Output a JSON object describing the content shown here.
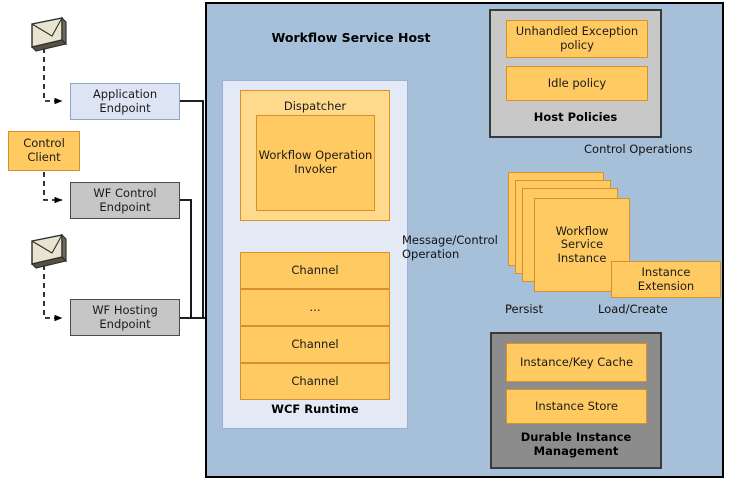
{
  "diagram": {
    "title": "Workflow Service Host",
    "host_container": {
      "label": "Workflow Service Host",
      "fill": "#a6c0da",
      "stroke": "#000000"
    },
    "wcf_runtime": {
      "label": "WCF Runtime",
      "fill": "#e4eaf5",
      "dispatcher": {
        "label": "Dispatcher",
        "fill": "#ffd98c",
        "inner": {
          "label": "Workflow Operation Invoker",
          "fill": "#ffca61"
        }
      },
      "channels": [
        {
          "label": "Channel"
        },
        {
          "label": "..."
        },
        {
          "label": "Channel"
        },
        {
          "label": "Channel"
        }
      ]
    },
    "clients": {
      "message_icon_name": "envelope-icon",
      "boxes": [
        {
          "id": "application-endpoint",
          "label": "Application Endpoint",
          "fill": "#dde5f5"
        },
        {
          "id": "control-client",
          "label": "Control Client",
          "fill": "#ffca61"
        },
        {
          "id": "wf-control-endpoint",
          "label": "WF Control Endpoint",
          "fill": "#c6c6c6"
        },
        {
          "id": "wf-hosting-endpoint",
          "label": "WF Hosting Endpoint",
          "fill": "#c6c6c6"
        }
      ]
    },
    "host_policies": {
      "label": "Host Policies",
      "fill": "#c8c8c8",
      "items": [
        {
          "label": "Unhandled Exception policy"
        },
        {
          "label": "Idle policy"
        }
      ]
    },
    "instance_stack": {
      "label": "Workflow Service Instance",
      "fill": "#ffca61",
      "card_count": 4
    },
    "instance_extension": {
      "label": "Instance Extension",
      "fill": "#ffca61"
    },
    "durable_instance_management": {
      "label": "Durable Instance Management",
      "fill": "#8c8c8c",
      "items": [
        {
          "label": "Instance/Key Cache"
        },
        {
          "label": "Instance Store"
        }
      ]
    },
    "edges": [
      {
        "id": "message-control-operation",
        "label": "Message/Control Operation"
      },
      {
        "id": "control-operations",
        "label": "Control Operations"
      },
      {
        "id": "persist",
        "label": "Persist"
      },
      {
        "id": "load-create",
        "label": "Load/Create"
      }
    ]
  }
}
